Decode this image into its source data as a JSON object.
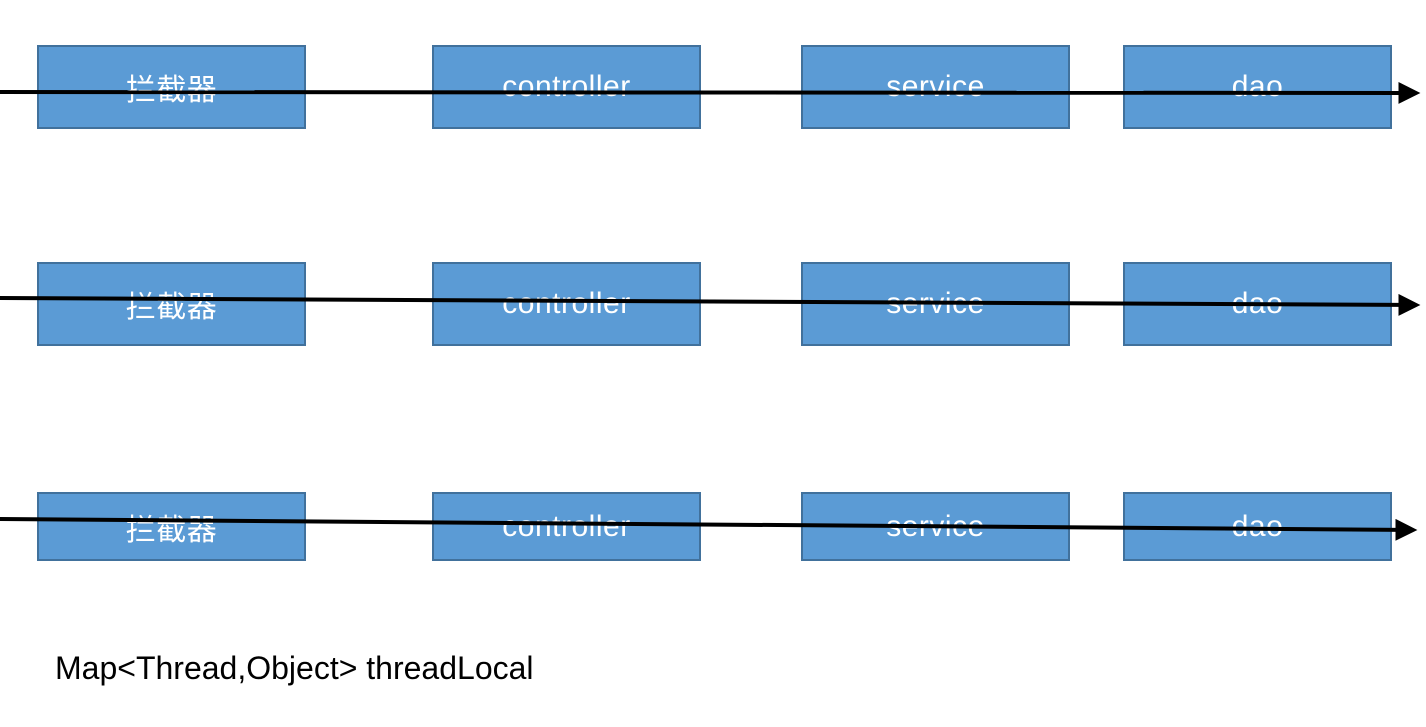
{
  "diagram": {
    "caption": "Map<Thread,Object> threadLocal",
    "colors": {
      "background": "#ffffff",
      "box_fill": "#5b9bd5",
      "box_border": "#41719c",
      "box_text": "#ffffff",
      "arrow": "#000000",
      "caption_text": "#000000"
    },
    "rows": [
      {
        "boxes": [
          {
            "label": "拦截器"
          },
          {
            "label": "controller"
          },
          {
            "label": "service"
          },
          {
            "label": "dao"
          }
        ]
      },
      {
        "boxes": [
          {
            "label": "拦截器"
          },
          {
            "label": "controller"
          },
          {
            "label": "service"
          },
          {
            "label": "dao"
          }
        ]
      },
      {
        "boxes": [
          {
            "label": "拦截器"
          },
          {
            "label": "controller"
          },
          {
            "label": "service"
          },
          {
            "label": "dao"
          }
        ]
      }
    ]
  }
}
